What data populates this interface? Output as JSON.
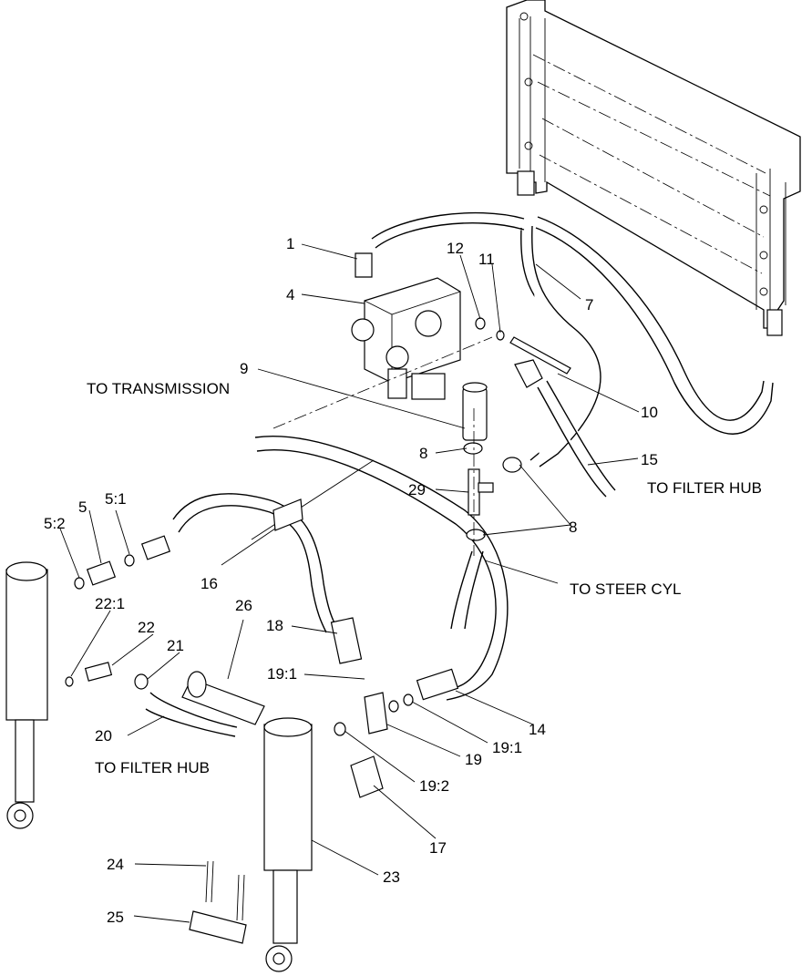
{
  "callouts": {
    "c1": "1",
    "c4": "4",
    "c12": "12",
    "c11": "11",
    "c7": "7",
    "c9": "9",
    "c10": "10",
    "c8a": "8",
    "c15": "15",
    "c29": "29",
    "c8b": "8",
    "c5_2": "5:2",
    "c5": "5",
    "c5_1": "5:1",
    "c16": "16",
    "c26": "26",
    "c18": "18",
    "c22_1": "22:1",
    "c22": "22",
    "c21": "21",
    "c19_1a": "19:1",
    "c14": "14",
    "c19_1b": "19:1",
    "c19": "19",
    "c20": "20",
    "c19_2": "19:2",
    "c17": "17",
    "c24": "24",
    "c23": "23",
    "c25": "25"
  },
  "notes": {
    "to_transmission": "TO TRANSMISSION",
    "to_filter_hub_right": "TO FILTER HUB",
    "to_steer_cyl": "TO STEER CYL",
    "to_filter_hub_left": "TO FILTER HUB"
  }
}
